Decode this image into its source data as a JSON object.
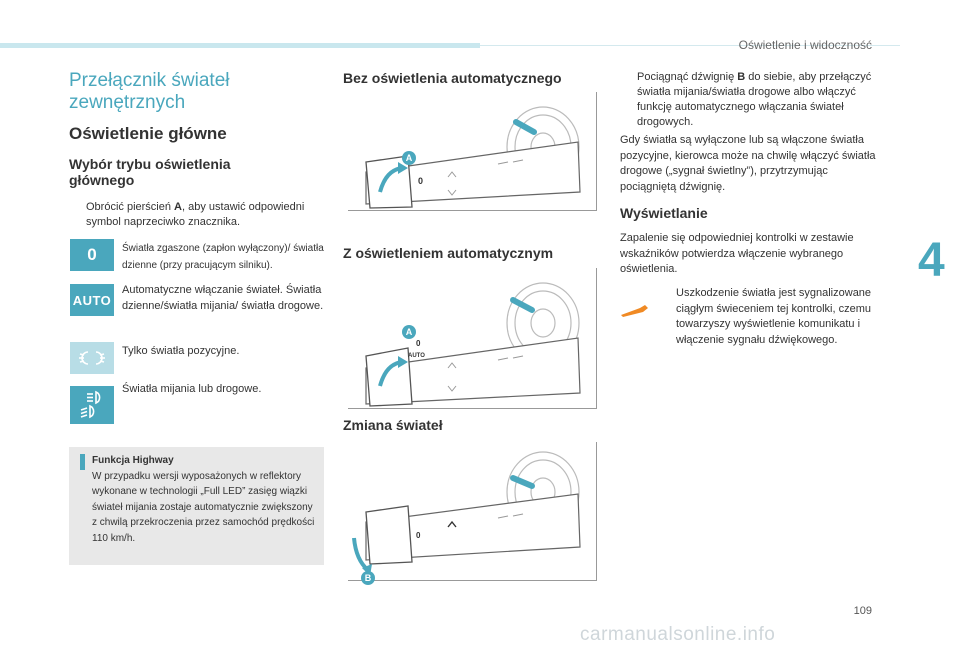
{
  "header": {
    "section": "Oświetlenie i widoczność",
    "chapter": "4",
    "page_number": "109"
  },
  "left": {
    "title": "Przełącznik świateł zewnętrznych",
    "subtitle": "Oświetlenie główne",
    "subsubtitle": "Wybór trybu oświetlenia głównego",
    "bullet_mark": "",
    "instruction_pre": "Obrócić pierścień ",
    "instruction_bold": "A",
    "instruction_post": ", aby ustawić odpowiedni symbol naprzeciwko znacznika.",
    "modes": [
      {
        "icon": "0",
        "text": "Światła zgaszone (zapłon wyłączony)/ światła dzienne (przy pracującym silniku)."
      },
      {
        "icon": "AUTO",
        "text": "Automatyczne włączanie świateł. Światła dzienne/światła mijania/ światła drogowe."
      },
      {
        "icon": "position-lights-icon",
        "text": "Tylko światła pozycyjne."
      },
      {
        "icon": "dipped-main-beam-icon",
        "text": "Światła mijania lub drogowe."
      }
    ],
    "note": {
      "title": "Funkcja Highway",
      "text": "W przypadku wersji wyposażonych w reflektory wykonane w technologii „Full LED” zasięg wiązki świateł mijania zostaje automatycznie zwiększony z chwilą przekroczenia przez samochód prędkości 110 km/h."
    }
  },
  "middle": {
    "heading1": "Bez oświetlenia automatycznego",
    "heading2": "Z oświetleniem automatycznym",
    "heading3": "Zmiana świateł",
    "label_a": "A",
    "label_b": "B",
    "stalk_zero": "0",
    "stalk_auto": "AUTO"
  },
  "right": {
    "bullet_pre": "Pociągnąć dźwignię ",
    "bullet_bold": "B",
    "bullet_post": " do siebie, aby przełączyć światła mijania/światła drogowe albo włączyć funkcję automatycznego włączania świateł drogowych.",
    "para1": "Gdy światła są wyłączone lub są włączone światła pozycyjne, kierowca może na chwilę włączyć światła drogowe („sygnał świetlny”), przytrzymując pociągniętą dźwignię.",
    "heading": "Wyświetlanie",
    "para2": "Zapalenie się odpowiedniej kontrolki w zestawie wskaźników potwierdza włączenie wybranego oświetlenia.",
    "warning_text": "Uszkodzenie światła jest sygnalizowane ciągłym świeceniem tej kontrolki, czemu towarzyszy wyświetlenie komunikatu i włączenie sygnału dźwiękowego."
  },
  "colors": {
    "accent": "#4aa7bd",
    "warning": "#f08a24",
    "note_bg": "#e8e8e8"
  },
  "watermark": "carmanualsonline.info"
}
